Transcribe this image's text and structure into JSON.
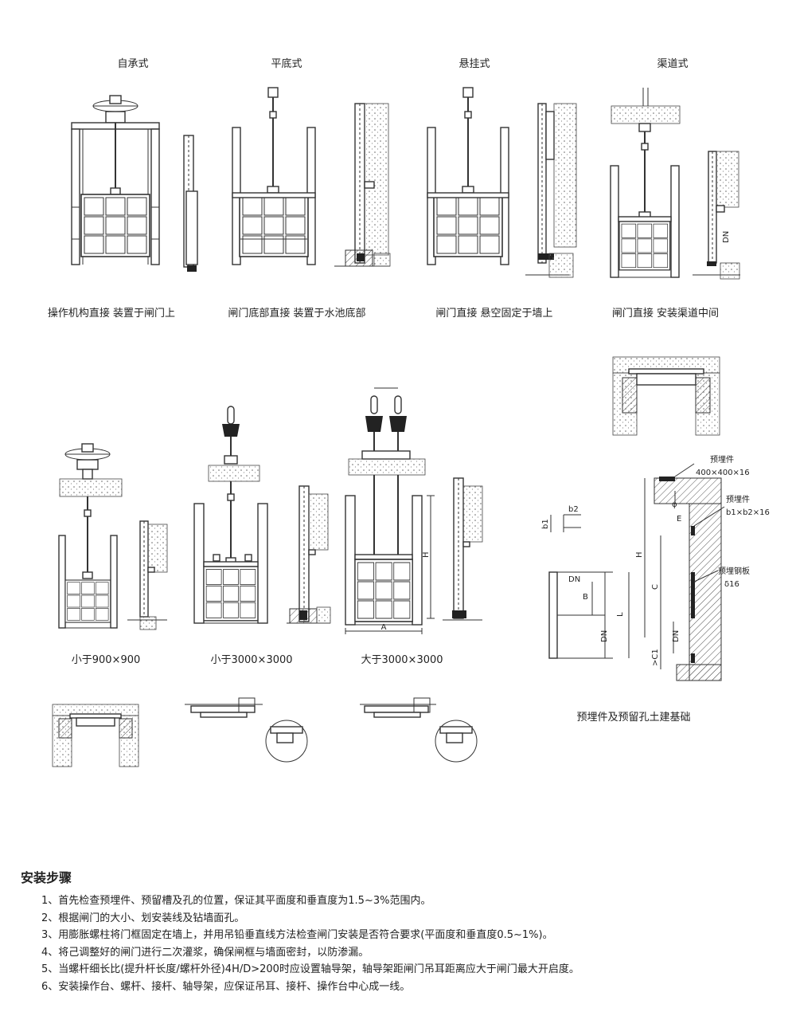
{
  "top_row": {
    "titles": [
      "自承式",
      "平底式",
      "悬挂式",
      "渠道式"
    ],
    "captions": [
      "操作机构直接 装置于闸门上",
      "闸门底部直接 装置于水池底部",
      "闸门直接 悬空固定于墙上",
      "闸门直接 安装渠道中间"
    ],
    "dn_label": "DN"
  },
  "middle_row": {
    "captions": [
      "小于900×900",
      "小于3000×3000",
      "大于3000×3000"
    ],
    "dim_A": "A",
    "dim_H": "H"
  },
  "foundation": {
    "label_embedded_1": "预埋件",
    "label_embedded_1_size": "400×400×16",
    "label_embedded_2": "预埋件",
    "label_embedded_2_size": "b1×b2×16",
    "label_plate": "预埋钢板",
    "label_plate_size": "δ16",
    "dims": {
      "b1": "b1",
      "b2": "b2",
      "phi": "φ",
      "E": "E",
      "H": "H",
      "C": "C",
      "DN": "DN",
      "C1": ">C1",
      "B": "B",
      "L": "L"
    },
    "caption": "预埋件及预留孔土建基础"
  },
  "steps": {
    "title": "安装步骤",
    "items": [
      "1、首先检查预埋件、预留槽及孔的位置，保证其平面度和垂直度为1.5~3%范围内。",
      "2、根据闸门的大小、划安装线及钻墙面孔。",
      "3、用膨胀螺柱将门框固定在墙上，并用吊铅垂直线方法检查闸门安装是否符合要求(平面度和垂直度0.5~1%)。",
      "4、将己调整好的闸门进行二次灌浆，确保闸框与墙面密封，以防渗漏。",
      "5、当螺杆细长比(提升杆长度/螺杆外径)4H/D>200时应设置轴导架，轴导架距闸门吊耳距离应大于闸门最大开启度。",
      "6、安装操作台、螺杆、接杆、轴导架，应保证吊耳、接杆、操作台中心成一线。"
    ]
  }
}
